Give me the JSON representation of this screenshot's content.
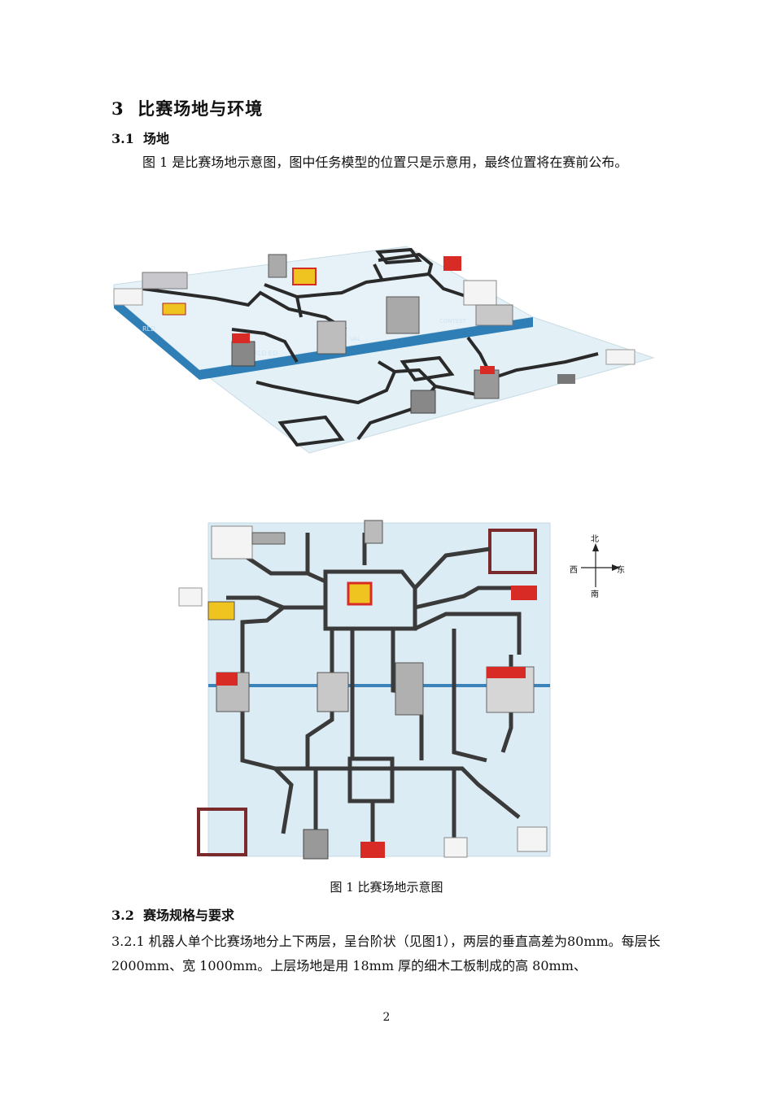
{
  "heading": {
    "number": "3",
    "title": "比赛场地与环境"
  },
  "section_3_1": {
    "number": "3.1",
    "title": "场地",
    "paragraph": "图 1 是比赛场地示意图，图中任务模型的位置只是示意用，最终位置将在赛前公布。"
  },
  "figure1": {
    "caption": "图 1  比赛场地示意图",
    "logo_text": {
      "left": "RLD",
      "mid": "ORLD  ED",
      "right": "CONTEST",
      "fest": "VAL"
    },
    "compass": {
      "north": "北",
      "south": "南",
      "east": "东",
      "west": "西"
    }
  },
  "section_3_2": {
    "number": "3.2",
    "title": "赛场规格与要求",
    "paragraph": "3.2.1 机器人单个比赛场地分上下两层，呈台阶状（见图1），两层的垂直高差为80mm。每层长 2000mm、宽 1000mm。上层场地是用 18mm 厚的细木工板制成的高 80mm、"
  },
  "page_number": "2",
  "colors": {
    "field": "#dcecf4",
    "platform": "#2f7fb6",
    "line": "#3a3a3a",
    "model_red": "#d92b26"
  }
}
